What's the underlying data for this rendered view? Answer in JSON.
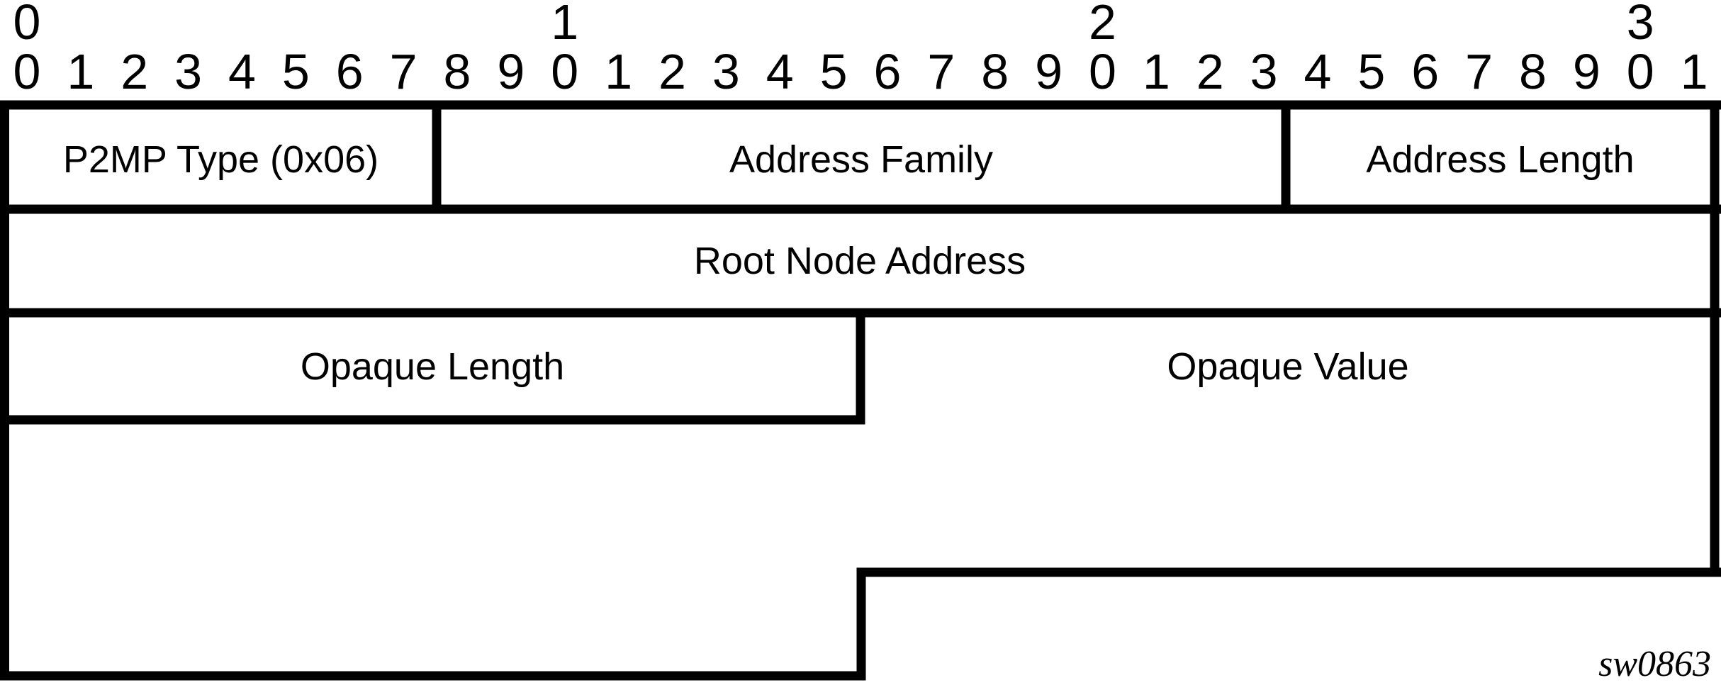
{
  "figure": {
    "figure_id": "sw0863",
    "background_color": "#ffffff",
    "line_color": "#000000",
    "text_color": "#000000"
  },
  "bit_ruler": {
    "tens_row": [
      "0",
      "",
      "",
      "",
      "",
      "",
      "",
      "",
      "",
      "",
      "1",
      "",
      "",
      "",
      "",
      "",
      "",
      "",
      "",
      "",
      "2",
      "",
      "",
      "",
      "",
      "",
      "",
      "",
      "",
      "",
      "3",
      ""
    ],
    "ones_row": [
      "0",
      "1",
      "2",
      "3",
      "4",
      "5",
      "6",
      "7",
      "8",
      "9",
      "0",
      "1",
      "2",
      "3",
      "4",
      "5",
      "6",
      "7",
      "8",
      "9",
      "0",
      "1",
      "2",
      "3",
      "4",
      "5",
      "6",
      "7",
      "8",
      "9",
      "0",
      "1"
    ]
  },
  "fields": {
    "p2mp_type": "P2MP Type (0x06)",
    "address_family": "Address Family",
    "address_length": "Address Length",
    "root_node_address": "Root Node Address",
    "opaque_length": "Opaque Length",
    "opaque_value": "Opaque Value"
  }
}
